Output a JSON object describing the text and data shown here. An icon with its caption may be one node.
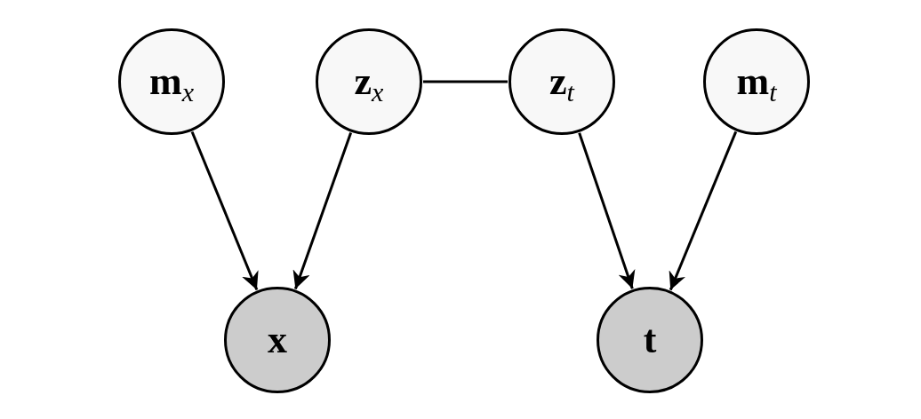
{
  "diagram": {
    "nodes": [
      {
        "text": [
          "**m**$_{x}$"
        ]
      },
      {
        "text": [
          "**z**$_{x}$"
        ]
      },
      {
        "text": [
          "**z**$_{t}$"
        ]
      },
      {
        "text": [
          "**m**$_{t}$"
        ]
      },
      {
        "text": [
          "x"
        ]
      },
      {
        "text": [
          "t"
        ]
      }
    ],
    "edges": [
      {
        "from": 0,
        "to": 4,
        "arrow": "to"
      },
      {
        "from": 1,
        "to": 4,
        "arrow": "to"
      },
      {
        "from": 1,
        "to": 2,
        "arrow": "none"
      },
      {
        "from": 2,
        "to": 5,
        "arrow": "to"
      },
      {
        "from": 3,
        "to": 5,
        "arrow": "to"
      }
    ]
  }
}
